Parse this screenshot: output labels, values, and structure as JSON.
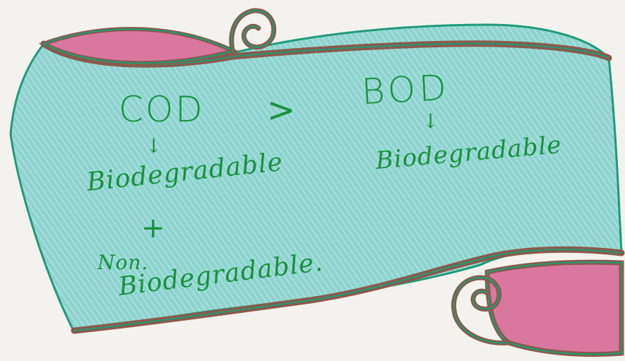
{
  "colors": {
    "paper": "#f4f2ee",
    "banner_fill": "#8fd3cf",
    "banner_outline": "#1f9a78",
    "border_band": "#8a5a4c",
    "fold_fill": "#d9779f",
    "ink": "#17913d"
  },
  "diagram": {
    "left_term": "COD",
    "comparison": ">",
    "right_term": "BOD",
    "left_arrow": "↓",
    "right_arrow": "↓",
    "left_item_1": "Biodegradable",
    "plus": "+",
    "left_item_2_line1": "Non.",
    "left_item_2_line2": "Biodegradable.",
    "right_item": "Biodegradable"
  }
}
